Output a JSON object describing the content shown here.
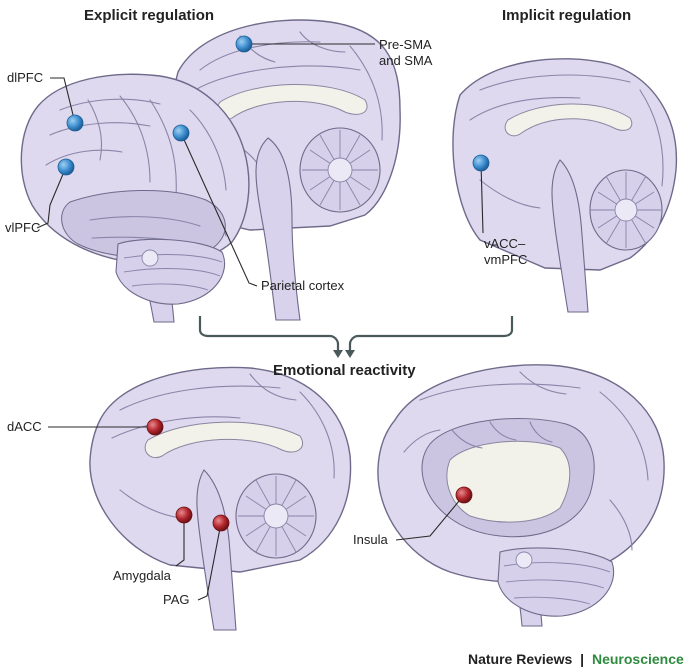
{
  "headers": {
    "explicit": "Explicit regulation",
    "implicit": "Implicit regulation",
    "reactivity": "Emotional reactivity"
  },
  "labels": {
    "pre_sma_line1": "Pre-SMA",
    "pre_sma_line2": "and SMA",
    "dlpfc": "dlPFC",
    "vlpfc": "vlPFC",
    "parietal": "Parietal cortex",
    "vacc_line1": "vACC–",
    "vacc_line2": "vmPFC",
    "dacc": "dACC",
    "amygdala": "Amygdala",
    "pag": "PAG",
    "insula": "Insula"
  },
  "footer": {
    "journal": "Nature Reviews",
    "separator": "|",
    "section": "Neuroscience"
  },
  "colors": {
    "regulation_dot": "#3f8fd0",
    "reactivity_dot": "#b3262d",
    "brain_fill": "#ded9ee",
    "footer_accent": "#2e8b3e",
    "arrow": "#4a5a5a"
  }
}
